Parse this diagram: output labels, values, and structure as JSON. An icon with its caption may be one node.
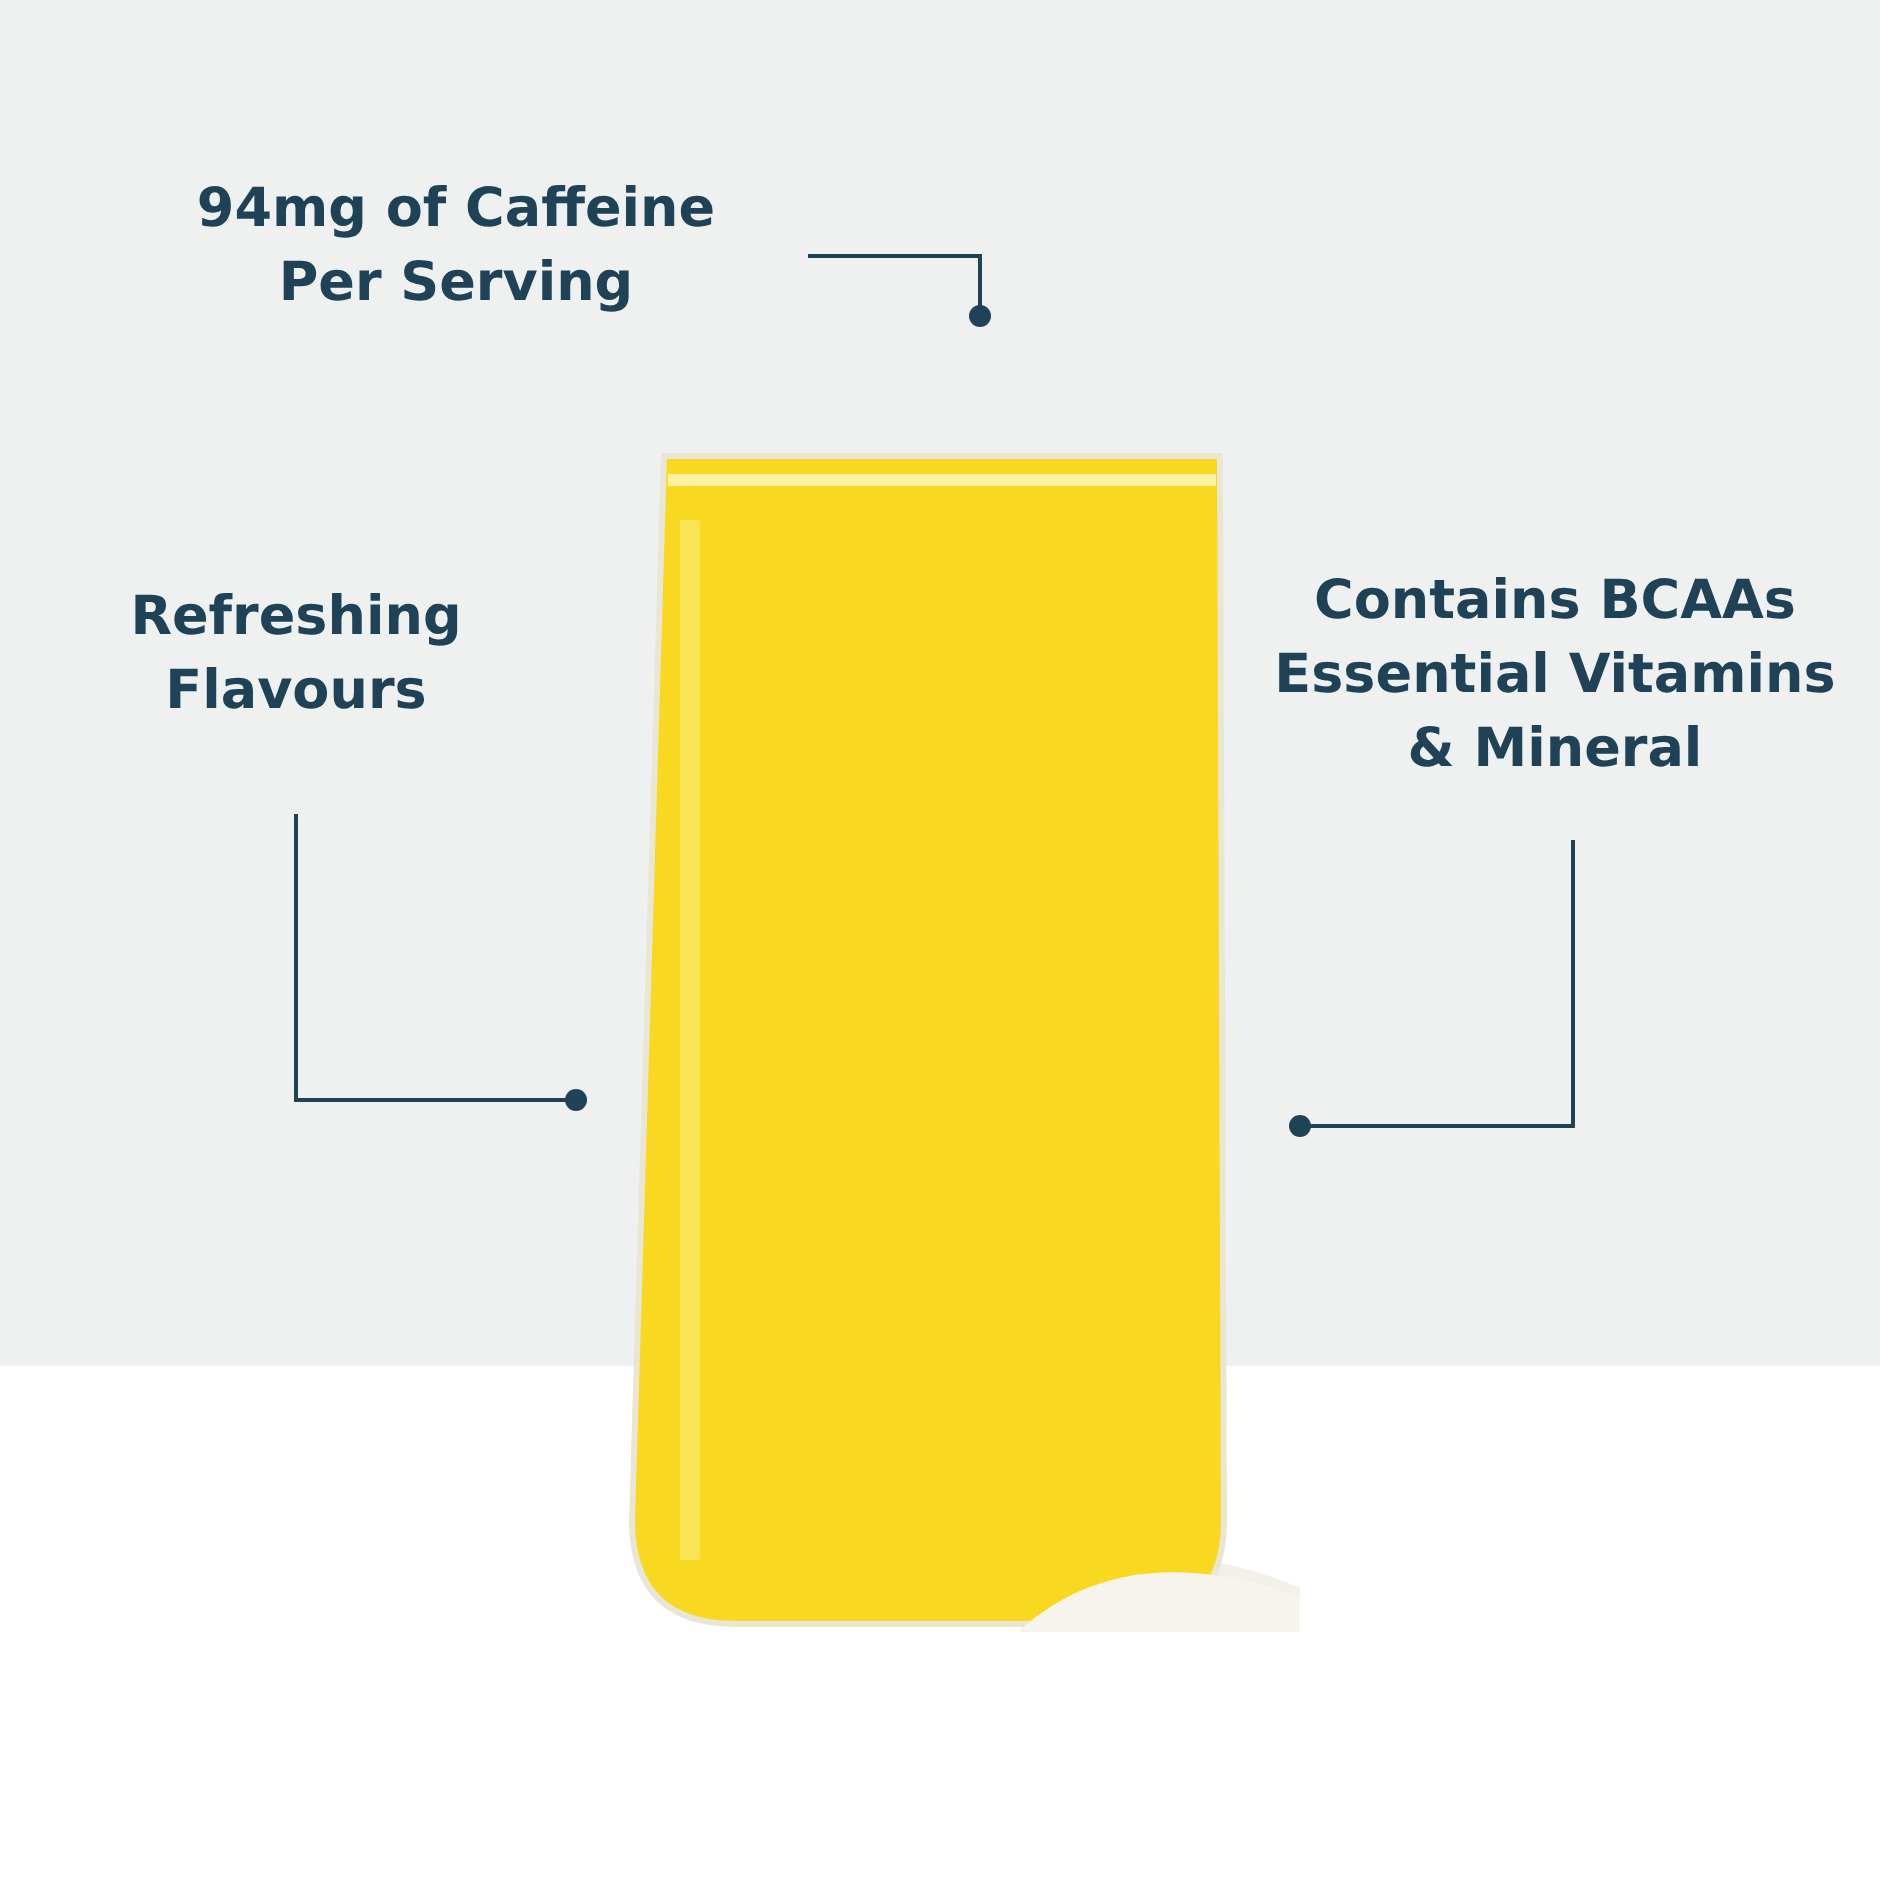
{
  "diagram": {
    "nodes": [
      {
        "text": [
          "94mg of Caffeine Per Serving"
        ]
      },
      {
        "text": [
          "Refreshing Flavours"
        ]
      },
      {
        "text": [
          "Contains BCAAs Essential Vitamins & Mineral"
        ]
      },
      {
        "text": [],
        "shape": "picture"
      }
    ],
    "edges": [
      {
        "from": 0,
        "to": 3,
        "arrow": "other"
      },
      {
        "from": 1,
        "to": 3,
        "arrow": "other"
      },
      {
        "from": 2,
        "to": 3,
        "arrow": "other"
      }
    ]
  }
}
